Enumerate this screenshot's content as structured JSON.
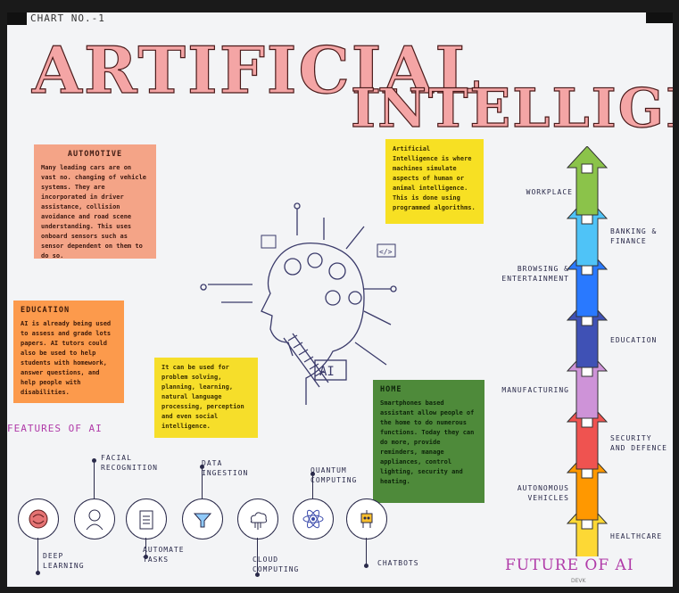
{
  "header": {
    "chart_number": "CHART NO.-1",
    "title_line1": "ARTIFICIAL",
    "title_line2": "INTELLIGENCE"
  },
  "notes": {
    "automotive": {
      "title": "AUTOMOTIVE",
      "body": "Many leading cars are on vast no. changing of vehicle systems. They are incorporated in driver assistance, collision avoidance and road scene understanding. This uses onboard sensors such as sensor dependent on them to do so."
    },
    "education": {
      "title": "EDUCATION",
      "body": "AI is already being used to assess and grade lots papers. AI tutors could also be used to help students with homework, answer questions, and help people with disabilities."
    },
    "definition": {
      "body": "Artificial Intelligence is where machines simulate aspects of human or animal intelligence. This is done using programmed algorithms."
    },
    "general": {
      "body": "It can be used for problem solving, planning, learning, natural language processing, perception and even social intelligence."
    },
    "home": {
      "title": "HOME",
      "body": "Smartphones based assistant allow people of the home to do numerous functions. Today they can do more, provide reminders, manage appliances, control lighting, security and heating."
    }
  },
  "features": {
    "section_title": "FEATURES OF AI",
    "items": [
      {
        "label": "DEEP LEARNING",
        "icon": "brain-icon"
      },
      {
        "label": "FACIAL RECOGNITION",
        "icon": "face-icon"
      },
      {
        "label": "AUTOMATE TASKS",
        "icon": "clipboard-icon"
      },
      {
        "label": "DATA INGESTION",
        "icon": "funnel-icon"
      },
      {
        "label": "CLOUD COMPUTING",
        "icon": "cloud-icon"
      },
      {
        "label": "QUANTUM COMPUTING",
        "icon": "atom-icon"
      },
      {
        "label": "CHATBOTS",
        "icon": "robot-icon"
      }
    ]
  },
  "future": {
    "section_title": "FUTURE OF AI",
    "arrows": [
      {
        "label": "WORKPLACE",
        "color": "#8bc34a"
      },
      {
        "label": "BANKING & FINANCE",
        "color": "#4fc3f7"
      },
      {
        "label": "BROWSING & ENTERTAINMENT",
        "color": "#2979ff"
      },
      {
        "label": "EDUCATION",
        "color": "#3f51b5"
      },
      {
        "label": "MANUFACTURING",
        "color": "#ce93d8"
      },
      {
        "label": "SECURITY AND DEFENCE",
        "color": "#ef5350"
      },
      {
        "label": "AUTONOMOUS VEHICLES",
        "color": "#ff9800"
      },
      {
        "label": "HEALTHCARE",
        "color": "#fdd835"
      }
    ]
  },
  "head_icons": {
    "chip1": "⟐",
    "chip2": "</>",
    "chip3": "▷",
    "brain_label": "AI"
  },
  "signature": "DEVK"
}
